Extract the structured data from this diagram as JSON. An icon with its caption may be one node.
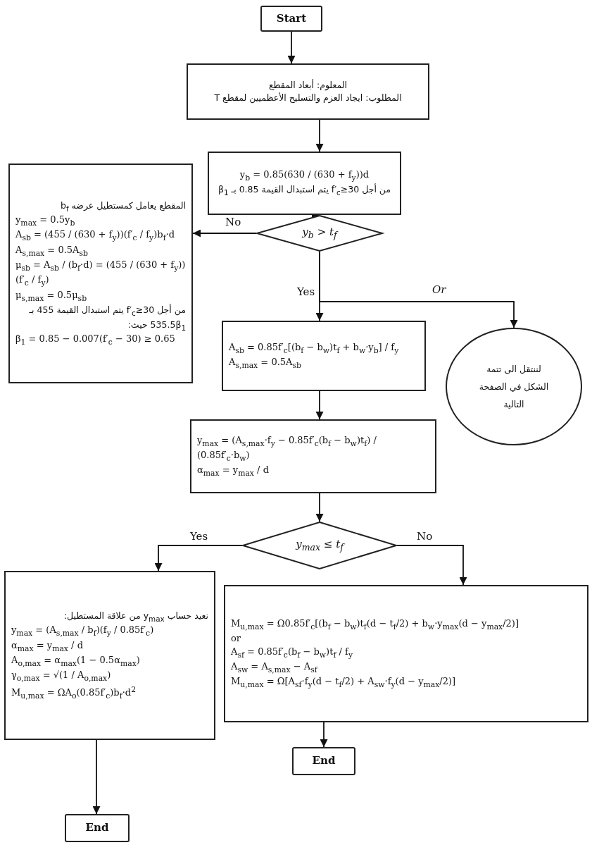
{
  "diagram": {
    "nodes": [
      {
        "text": [
          "Start"
        ]
      },
      {
        "text": [
          "المعلوم: أبعاد المقطع",
          "المطلوب: ايجاد العزم والتسليح الأعظميين لمقطع T"
        ]
      },
      {
        "text": [
          "y$_{b}$ = 0.85(630 / (630 + f$_{y}$))d",
          "من أجل f′$_{c}$≥30 يتم استبدال القيمة 0.85 بـ β$_{1}$"
        ]
      },
      {
        "text": [
          "y$_{b}$ > t$_{f}$"
        ]
      },
      {
        "text": [
          "المقطع يعامل كمستطيل عرضه b$_{f}$",
          "y$_{max}$ = 0.5y$_{b}$",
          "A$_{sb}$ = (455 / (630 + f$_{y}$))(f′$_{c}$ / f$_{y}$)b$_{f}$·d",
          "A$_{s,max}$ = 0.5A$_{sb}$",
          "μ$_{sb}$ = A$_{sb}$ / (b$_{f}$·d) = (455 / (630 + f$_{y}$))(f′$_{c}$ / f$_{y}$)",
          "μ$_{s,max}$ = 0.5μ$_{sb}$",
          "من أجل f′$_{c}$≥30 يتم استبدال القيمة 455 بـ 535.5β$_{1}$ حيث:",
          "β$_{1}$ = 0.85 − 0.007(f′$_{c}$ − 30) ≥ 0.65"
        ]
      },
      {
        "text": [
          "A$_{sb}$ = 0.85f′$_{c}$[(b$_{f}$ − b$_{w}$)t$_{f}$ + b$_{w}$·y$_{b}$] / f$_{y}$",
          "A$_{s,max}$ = 0.5A$_{sb}$"
        ]
      },
      {
        "text": [
          "لننتقل الى تتمة الشكل في الصفحة التالية"
        ]
      },
      {
        "text": [
          "y$_{max}$ = (A$_{s,max}$·f$_{y}$ − 0.85f′$_{c}$(b$_{f}$ − b$_{w}$)t$_{f}$) / (0.85f′$_{c}$·b$_{w}$)",
          "α$_{max}$ = y$_{max}$ / d"
        ]
      },
      {
        "text": [
          "y$_{max}$ ≤ t$_{f}$"
        ]
      },
      {
        "text": [
          "نعيد حساب y$_{max}$ من علاقة المستطيل:",
          "y$_{max}$ = (A$_{s,max}$ / b$_{f}$)(f$_{y}$ / 0.85f′$_{c}$)",
          "α$_{max}$ = y$_{max}$ / d",
          "A$_{o,max}$ = α$_{max}$(1 − 0.5α$_{max}$)",
          "γ$_{o,max}$ = √(1 / A$_{o,max}$)",
          "M$_{u,max}$ = ΩA$_{o}$(0.85f′$_{c}$)b$_{f}$·d$^{2}$"
        ]
      },
      {
        "text": [
          "M$_{u,max}$ = Ω0.85f′$_{c}$[(b$_{f}$ − b$_{w}$)t$_{f}$(d − t$_{f}$/2) + b$_{w}$·y$_{max}$(d − y$_{max}$/2)]",
          "or",
          "A$_{sf}$ = 0.85f′$_{c}$(b$_{f}$ − b$_{w}$)t$_{f}$ / f$_{y}$",
          "A$_{sw}$ = A$_{s,max}$ − A$_{sf}$",
          "M$_{u,max}$ = Ω[A$_{sf}$·f$_{y}$(d − t$_{f}$/2) + A$_{sw}$·f$_{y}$(d − y$_{max}$/2)]"
        ]
      },
      {
        "text": [
          "End"
        ]
      },
      {
        "text": [
          "End"
        ]
      }
    ],
    "edges": [
      {
        "from": 0,
        "to": 1,
        "arrow": "to"
      },
      {
        "from": 1,
        "to": 2,
        "arrow": "to"
      },
      {
        "from": 2,
        "to": 3,
        "arrow": "to"
      },
      {
        "from": 3,
        "to": 4,
        "arrow": "to",
        "label": "No"
      },
      {
        "from": 3,
        "to": 5,
        "arrow": "to",
        "label": "Yes"
      },
      {
        "from": 3,
        "to": 6,
        "arrow": "to",
        "label": "Or"
      },
      {
        "from": 5,
        "to": 7,
        "arrow": "to"
      },
      {
        "from": 7,
        "to": 8,
        "arrow": "to"
      },
      {
        "from": 8,
        "to": 9,
        "arrow": "to",
        "label": "Yes"
      },
      {
        "from": 8,
        "to": 10,
        "arrow": "to",
        "label": "No"
      },
      {
        "from": 10,
        "to": 11,
        "arrow": "to"
      },
      {
        "from": 9,
        "to": 12,
        "arrow": "to"
      }
    ]
  }
}
